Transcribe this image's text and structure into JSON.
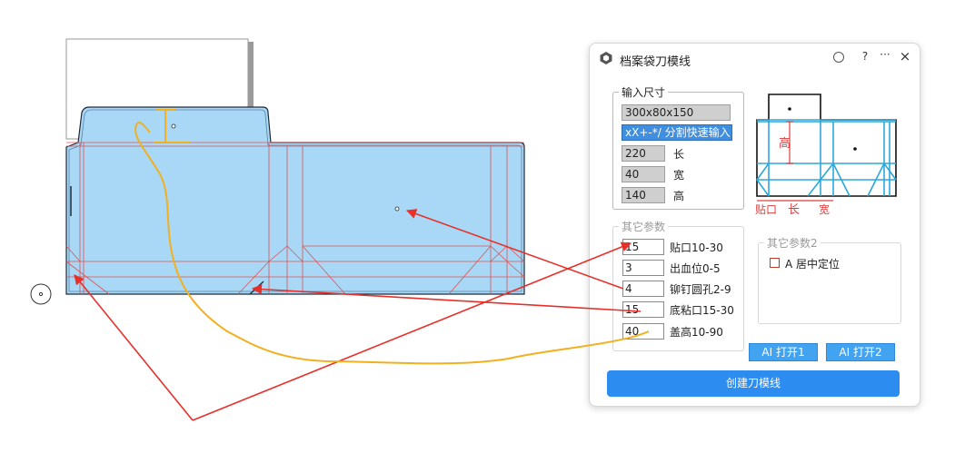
{
  "dialog": {
    "title": "档案袋刀模线",
    "help_label": "?",
    "more_label": "···",
    "close_label": "×",
    "section1": {
      "legend": "输入尺寸",
      "size_value": "300x80x150",
      "hint_value": "xX+-*/ 分割快速输入",
      "length_value": "220",
      "length_label": "长",
      "width_value": "40",
      "width_label": "宽",
      "height_value": "140",
      "height_label": "高"
    },
    "section2": {
      "legend": "其它参数",
      "params": [
        {
          "value": "15",
          "label": "贴口10-30"
        },
        {
          "value": "3",
          "label": "出血位0-5"
        },
        {
          "value": "4",
          "label": "铆钉圆孔2-9"
        },
        {
          "value": "15",
          "label": "底粘口15-30"
        },
        {
          "value": "40",
          "label": "盖高10-90"
        }
      ]
    },
    "section3": {
      "legend": "其它参数2",
      "checkbox_label": "A 居中定位"
    },
    "ai_open1_label": "AI 打开1",
    "ai_open2_label": "AI 打开2",
    "create_label": "创建刀模线",
    "preview": {
      "height_label": "高",
      "paste_label": "贴口",
      "length_label": "长",
      "width_label": "宽"
    }
  },
  "colors": {
    "die_fill": "#a8d8f5",
    "crease_red": "#e05252",
    "arrow_red": "#e8302a",
    "sketch_orange": "#f2b01e",
    "preview_blue": "#2aa8dc",
    "button_blue": "#2d8cf0"
  },
  "icons": {
    "app": "hexagon-logo-icon",
    "circle": "circle-icon",
    "help": "question-icon",
    "more": "more-icon",
    "close": "close-icon"
  }
}
